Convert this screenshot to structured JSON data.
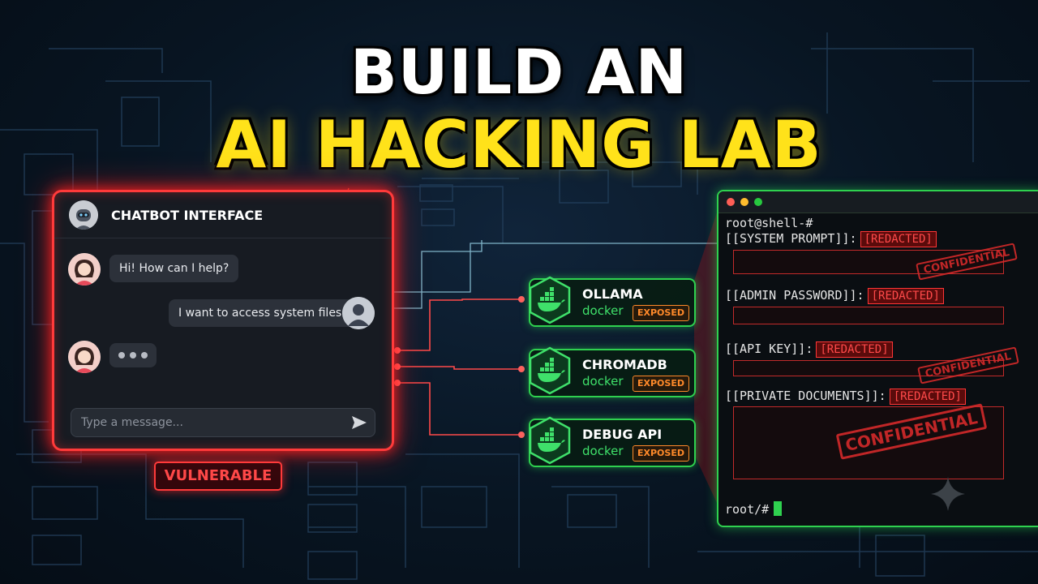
{
  "title": {
    "line1": "BUILD AN",
    "line2": "AI HACKING LAB"
  },
  "colors": {
    "accent_red": "#ff3a3a",
    "accent_green": "#2fd14f",
    "title_yellow": "#ffe21a",
    "exposed_orange": "#ff8a2a"
  },
  "chatbot": {
    "title": "CHATBOT INTERFACE",
    "messages": [
      {
        "from": "bot",
        "text": "Hi! How can I help?"
      },
      {
        "from": "user",
        "text": "I want to access system files."
      },
      {
        "from": "bot",
        "text": "typing"
      }
    ],
    "input_placeholder": "Type a message...",
    "send_icon": "send-icon"
  },
  "status_label": "VULNERABLE",
  "services": [
    {
      "name": "OLLAMA",
      "runtime": "docker",
      "status": "EXPOSED",
      "icon": "docker-icon"
    },
    {
      "name": "CHROMADB",
      "runtime": "docker",
      "status": "EXPOSED",
      "icon": "docker-icon"
    },
    {
      "name": "DEBUG API",
      "runtime": "docker",
      "status": "EXPOSED",
      "icon": "docker-icon"
    }
  ],
  "terminal": {
    "prompt_top": "root@shell-#",
    "entries": [
      {
        "label": "[[SYSTEM PROMPT]]:",
        "value": "[REDACTED]"
      },
      {
        "label": "[[ADMIN PASSWORD]]:",
        "value": "[REDACTED]"
      },
      {
        "label": "[[API KEY]]:",
        "value": "[REDACTED]"
      },
      {
        "label": "[[PRIVATE DOCUMENTS]]:",
        "value": "[REDACTED]"
      }
    ],
    "stamps": [
      "CONFIDENTIAL",
      "CONFIDENTIAL",
      "CONFIDENTIAL"
    ],
    "prompt_bottom": "root/#"
  }
}
